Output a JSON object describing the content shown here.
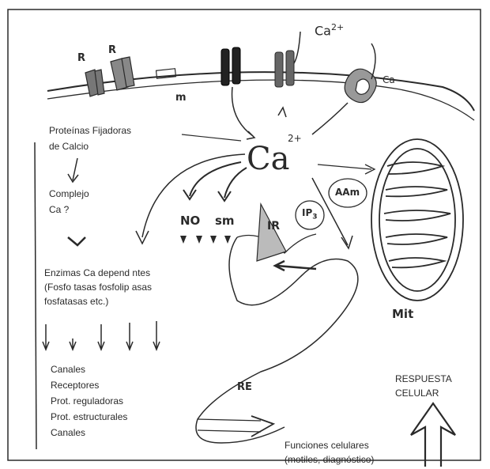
{
  "labels": {
    "r1": "R",
    "r2": "R",
    "m_label": "m",
    "ca_top": "Ca",
    "ca_top_sup": "2+",
    "ca_right": "Ca",
    "ca_mid_sup": "2+",
    "ca_center": "Ca",
    "proteins_line1": "Proteínas Fijadoras",
    "proteins_line2": "de Calcio",
    "complejo_line1": "Complejo",
    "complejo_line2": "Ca ?",
    "no": "NO",
    "sm": "sm",
    "ir": "IR",
    "ip3": "IP",
    "ip3_sub": "3",
    "aam": "AAm",
    "enzimas_line1": "Enzimas Ca depend ntes",
    "enzimas_line2": "(Fosfo tasas  fosfolip asas",
    "enzimas_line3": "fosfatasas  etc.)",
    "targets_1": "Canales",
    "targets_2": "Receptores",
    "targets_3": "Prot. reguladoras",
    "targets_4": "Prot. estructurales",
    "targets_5": "Canales",
    "reti": "RE",
    "mit": "Mit",
    "respuesta_line1": "RESPUESTA",
    "respuesta_line2": "CELULAR",
    "funciones_line1": "Funciones celulares",
    "funciones_line2": "(motiles, diagnóstico)"
  },
  "colors": {
    "ink": "#2a2a2a",
    "background": "#ffffff",
    "shade": "#555555"
  }
}
